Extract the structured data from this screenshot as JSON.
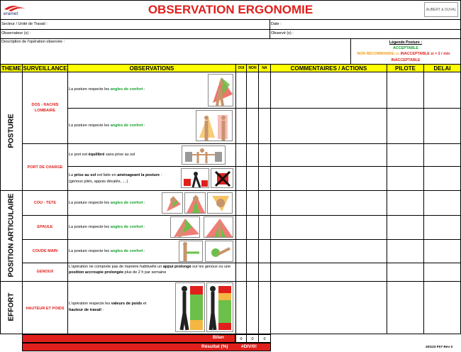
{
  "header": {
    "title": "OBSERVATION ERGONOMIE",
    "logo_left": "eramet",
    "logo_right": "AUBERT & DUVAL"
  },
  "info": {
    "secteur": "Secteur / Unité de Travail :",
    "date": "Date :",
    "observateur": "Observateur (s) :",
    "observe": "Observé (s) :",
    "description": "Description de l'opération observée :"
  },
  "legend": {
    "title": "Légende Posture :",
    "acceptable": "ACCEPTABLE",
    "non_reco": "NON RECOMMANDE",
    "ou": " ou ",
    "inacceptable_cond": "INACCEPTABLE si > 2 / min",
    "inacceptable": "INACCEPTABLE"
  },
  "columns": {
    "theme": "THEME",
    "surveillance": "SURVEILLANCE",
    "observations": "OBSERVATIONS",
    "oui": "OUI",
    "non": "NON",
    "na": "NA",
    "commentaires": "COMMENTAIRES / ACTIONS",
    "pilote": "PILOTE",
    "delai": "DELAI"
  },
  "themes": {
    "posture": "POSTURE",
    "position": "POSITION ARTICULAIRE",
    "effort": "EFFORT"
  },
  "surveillance": {
    "dos_1": "DOS - RACHIS",
    "dos_2": "LOMBAIRE",
    "port": "PORT DE CHARGE",
    "cou": "COU - TETE",
    "epaule": "EPAULE",
    "coude": "COUDE MAIN",
    "genoux": "GENOUX",
    "hauteur": "HAUTEUR ET POIDS"
  },
  "obs": {
    "angles_pre": "La posture respecte les ",
    "angles_bold": "angles de confort",
    "angles_post": " :",
    "port1_pre": "Le port est ",
    "port1_bold": "équilibré",
    "port1_post": " sans prise au sol",
    "port2_pre1": "La ",
    "port2_bold1": "prise au sol",
    "port2_mid": " est faite en ",
    "port2_bold2": "aménageant la posture",
    "port2_post": " :",
    "port2_line2": "(genoux pliés, appuis décalés, ....)",
    "gen_pre": "L'opération ne comporte pas de manière habituelle un ",
    "gen_bold1": "appui prolongé",
    "gen_mid1": " sur les genoux",
    "gen_mid2": " ou une ",
    "gen_bold2": "position accroupie prolongée",
    "gen_post": " plus de 2 h par semaine",
    "eff_pre": "L'opération respecte les ",
    "eff_bold1": "valeurs de poids",
    "eff_mid": " et ",
    "eff_bold2": "hauteur de travail",
    "eff_post": " :"
  },
  "footer": {
    "bilan": "Bilan",
    "bilan_oui": "0",
    "bilan_non": "0",
    "bilan_na": "0",
    "resultat": "Résultat (%)",
    "resultat_val": "#DIV/0!",
    "ref": "20G23 F07 Rev 0"
  },
  "colors": {
    "title": "#e0201c",
    "header_bg": "#ffff00",
    "footer_bg": "#e0201c",
    "green": "#16a02e"
  }
}
